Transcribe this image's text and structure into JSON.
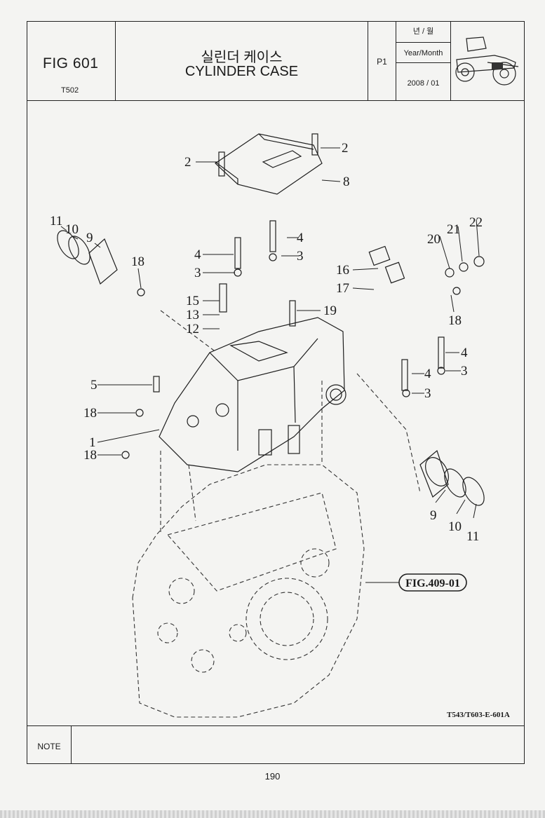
{
  "header": {
    "fig_label": "FIG 601",
    "model": "T502",
    "title_korean": "실린더 케이스",
    "title_english": "CYLINDER CASE",
    "page_code": "P1",
    "date_korean": "년 / 월",
    "date_english": "Year/Month",
    "date_value": "2008 / 01"
  },
  "diagram": {
    "callouts": [
      "1",
      "2",
      "2",
      "3",
      "3",
      "3",
      "3",
      "4",
      "4",
      "4",
      "4",
      "5",
      "8",
      "9",
      "9",
      "10",
      "10",
      "11",
      "11",
      "12",
      "13",
      "15",
      "16",
      "17",
      "18",
      "18",
      "18",
      "18",
      "19",
      "20",
      "21",
      "22"
    ],
    "reference_fig": "FIG.409-01",
    "drawing_code": "T543/T603-E-601A"
  },
  "note_label": "NOTE",
  "page_number": "190"
}
